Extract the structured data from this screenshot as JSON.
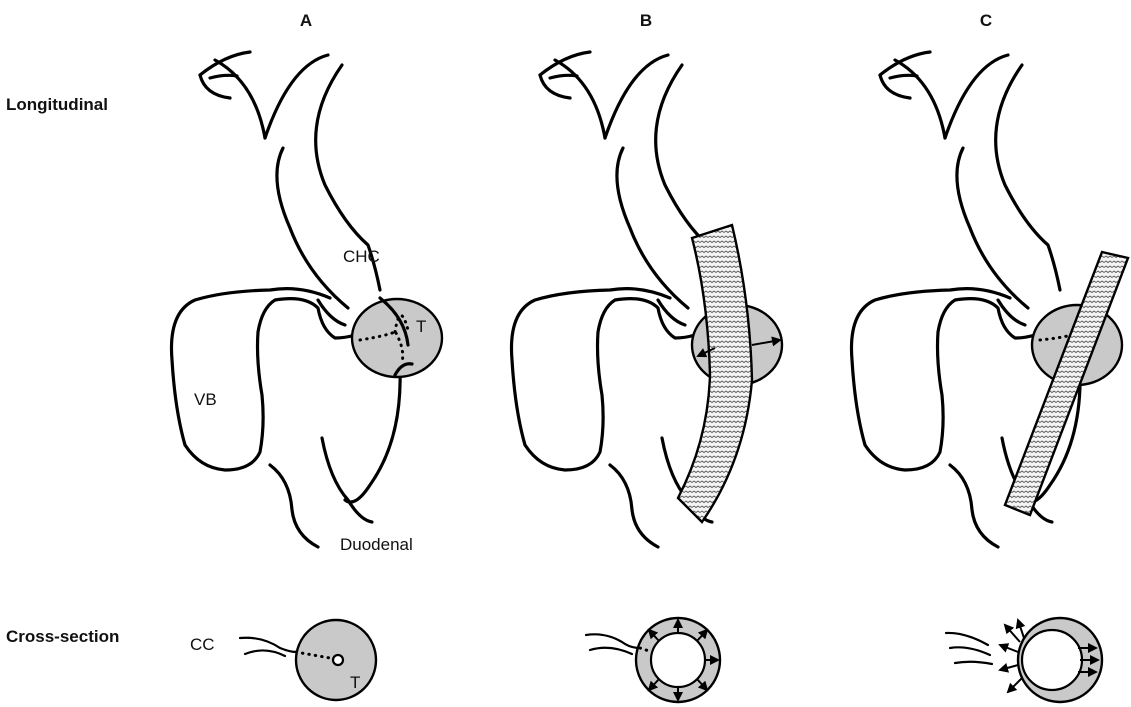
{
  "columns": [
    "A",
    "B",
    "C"
  ],
  "rows": {
    "longitudinal": "Longitudinal",
    "cross_section": "Cross-section"
  },
  "labels": {
    "chc": "CHC",
    "tumor": "T",
    "gallbladder": "VB",
    "duodenum": "Duodenal",
    "cystic_channel": "CC",
    "tumor_cross": "T"
  },
  "colors": {
    "tumor_fill": "#c9c9c9",
    "line": "#000000",
    "background": "#ffffff"
  }
}
